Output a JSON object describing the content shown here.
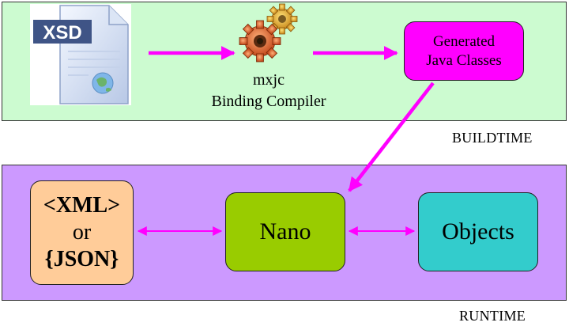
{
  "build": {
    "stage_label": "BUILDTIME",
    "xsd_icon_text": "XSD",
    "compiler": {
      "name": "mxjc",
      "subtitle": "Binding Compiler"
    },
    "output": {
      "line1": "Generated",
      "line2": "Java Classes"
    }
  },
  "runtime": {
    "stage_label": "RUNTIME",
    "data_format": {
      "line1": "<XML>",
      "line2": "or",
      "line3": "{JSON}"
    },
    "framework": "Nano",
    "objects": "Objects"
  },
  "colors": {
    "build_bg": "#ccfbd0",
    "runtime_bg": "#cc99ff",
    "arrow": "#ff00ff",
    "java_box": "#ff00ff",
    "xml_box": "#ffcc99",
    "nano_box": "#99cc00",
    "objects_box": "#33cccc"
  },
  "icons": [
    "xsd-file-icon",
    "gears-icon"
  ]
}
